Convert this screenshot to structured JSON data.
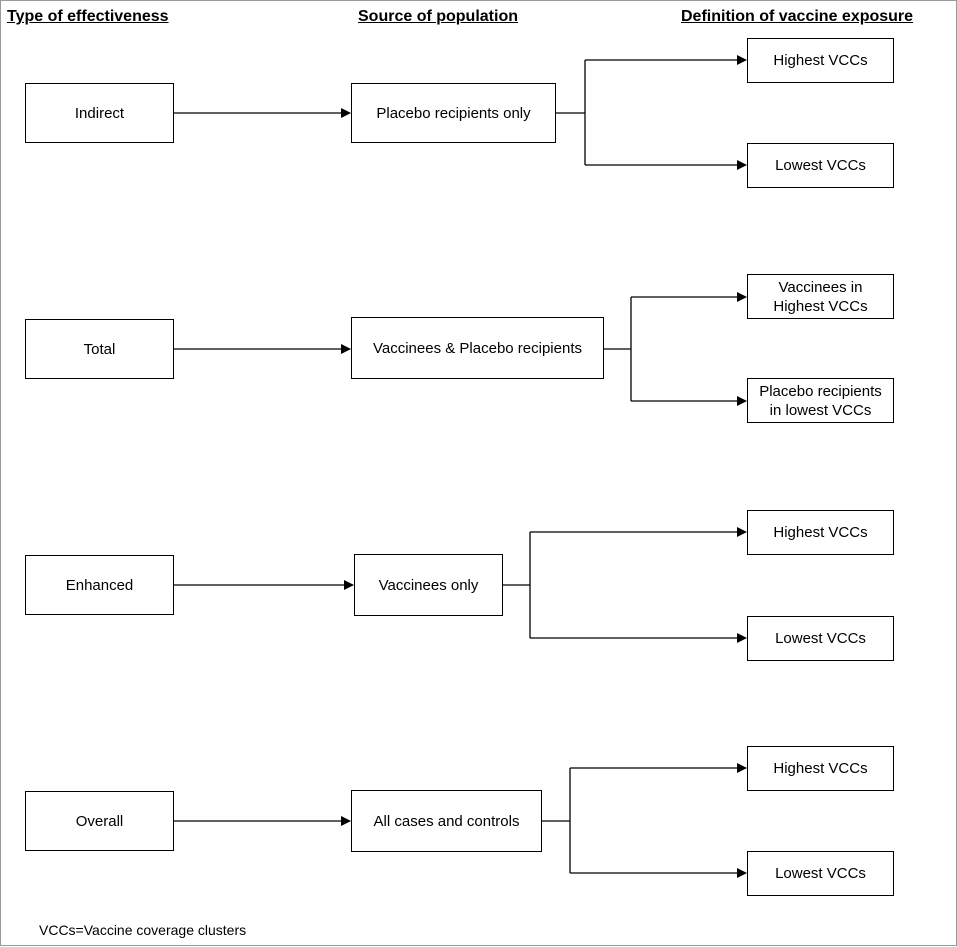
{
  "headers": {
    "type_of_effectiveness": "Type of effectiveness",
    "source_of_population": "Source of population",
    "definition_of_vaccine_exposure": "Definition of vaccine exposure"
  },
  "rows": [
    {
      "type": "Indirect",
      "source": "Placebo recipients only",
      "exposures": [
        {
          "line1": "Highest VCCs",
          "line2": ""
        },
        {
          "line1": "Lowest VCCs",
          "line2": ""
        }
      ]
    },
    {
      "type": "Total",
      "source": "Vaccinees & Placebo recipients",
      "exposures": [
        {
          "line1": "Vaccinees in",
          "line2": "Highest VCCs"
        },
        {
          "line1": "Placebo recipients",
          "line2": "in lowest VCCs"
        }
      ]
    },
    {
      "type": "Enhanced",
      "source": "Vaccinees only",
      "exposures": [
        {
          "line1": "Highest VCCs",
          "line2": ""
        },
        {
          "line1": "Lowest VCCs",
          "line2": ""
        }
      ]
    },
    {
      "type": "Overall",
      "source": "All cases and controls",
      "exposures": [
        {
          "line1": "Highest VCCs",
          "line2": ""
        },
        {
          "line1": "Lowest VCCs",
          "line2": ""
        }
      ]
    }
  ],
  "footnote": "VCCs=Vaccine coverage clusters",
  "colors": {
    "line": "#000000",
    "box_border": "#000000",
    "background": "#ffffff",
    "frame": "#9a9a9a"
  }
}
